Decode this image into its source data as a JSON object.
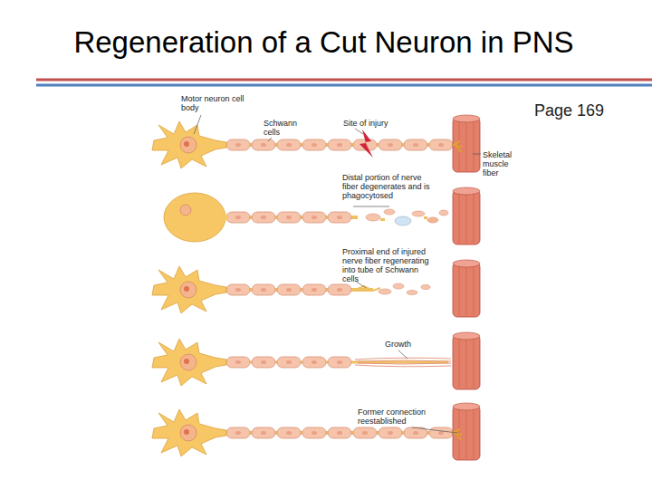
{
  "diagram": {
    "title": "Regeneration of a Cut Neuron in PNS",
    "labels": [
      "Motor neuron cell body",
      "Schwann cells",
      "Site of injury",
      "Skeletal muscle fiber",
      "Distal portion of nerve fiber degenerates and is phagocytosed",
      "Proximal end of injured nerve fiber regenerating into tube of Schwann cells",
      "Growth",
      "Former connection reestablished",
      "Page 169"
    ]
  }
}
